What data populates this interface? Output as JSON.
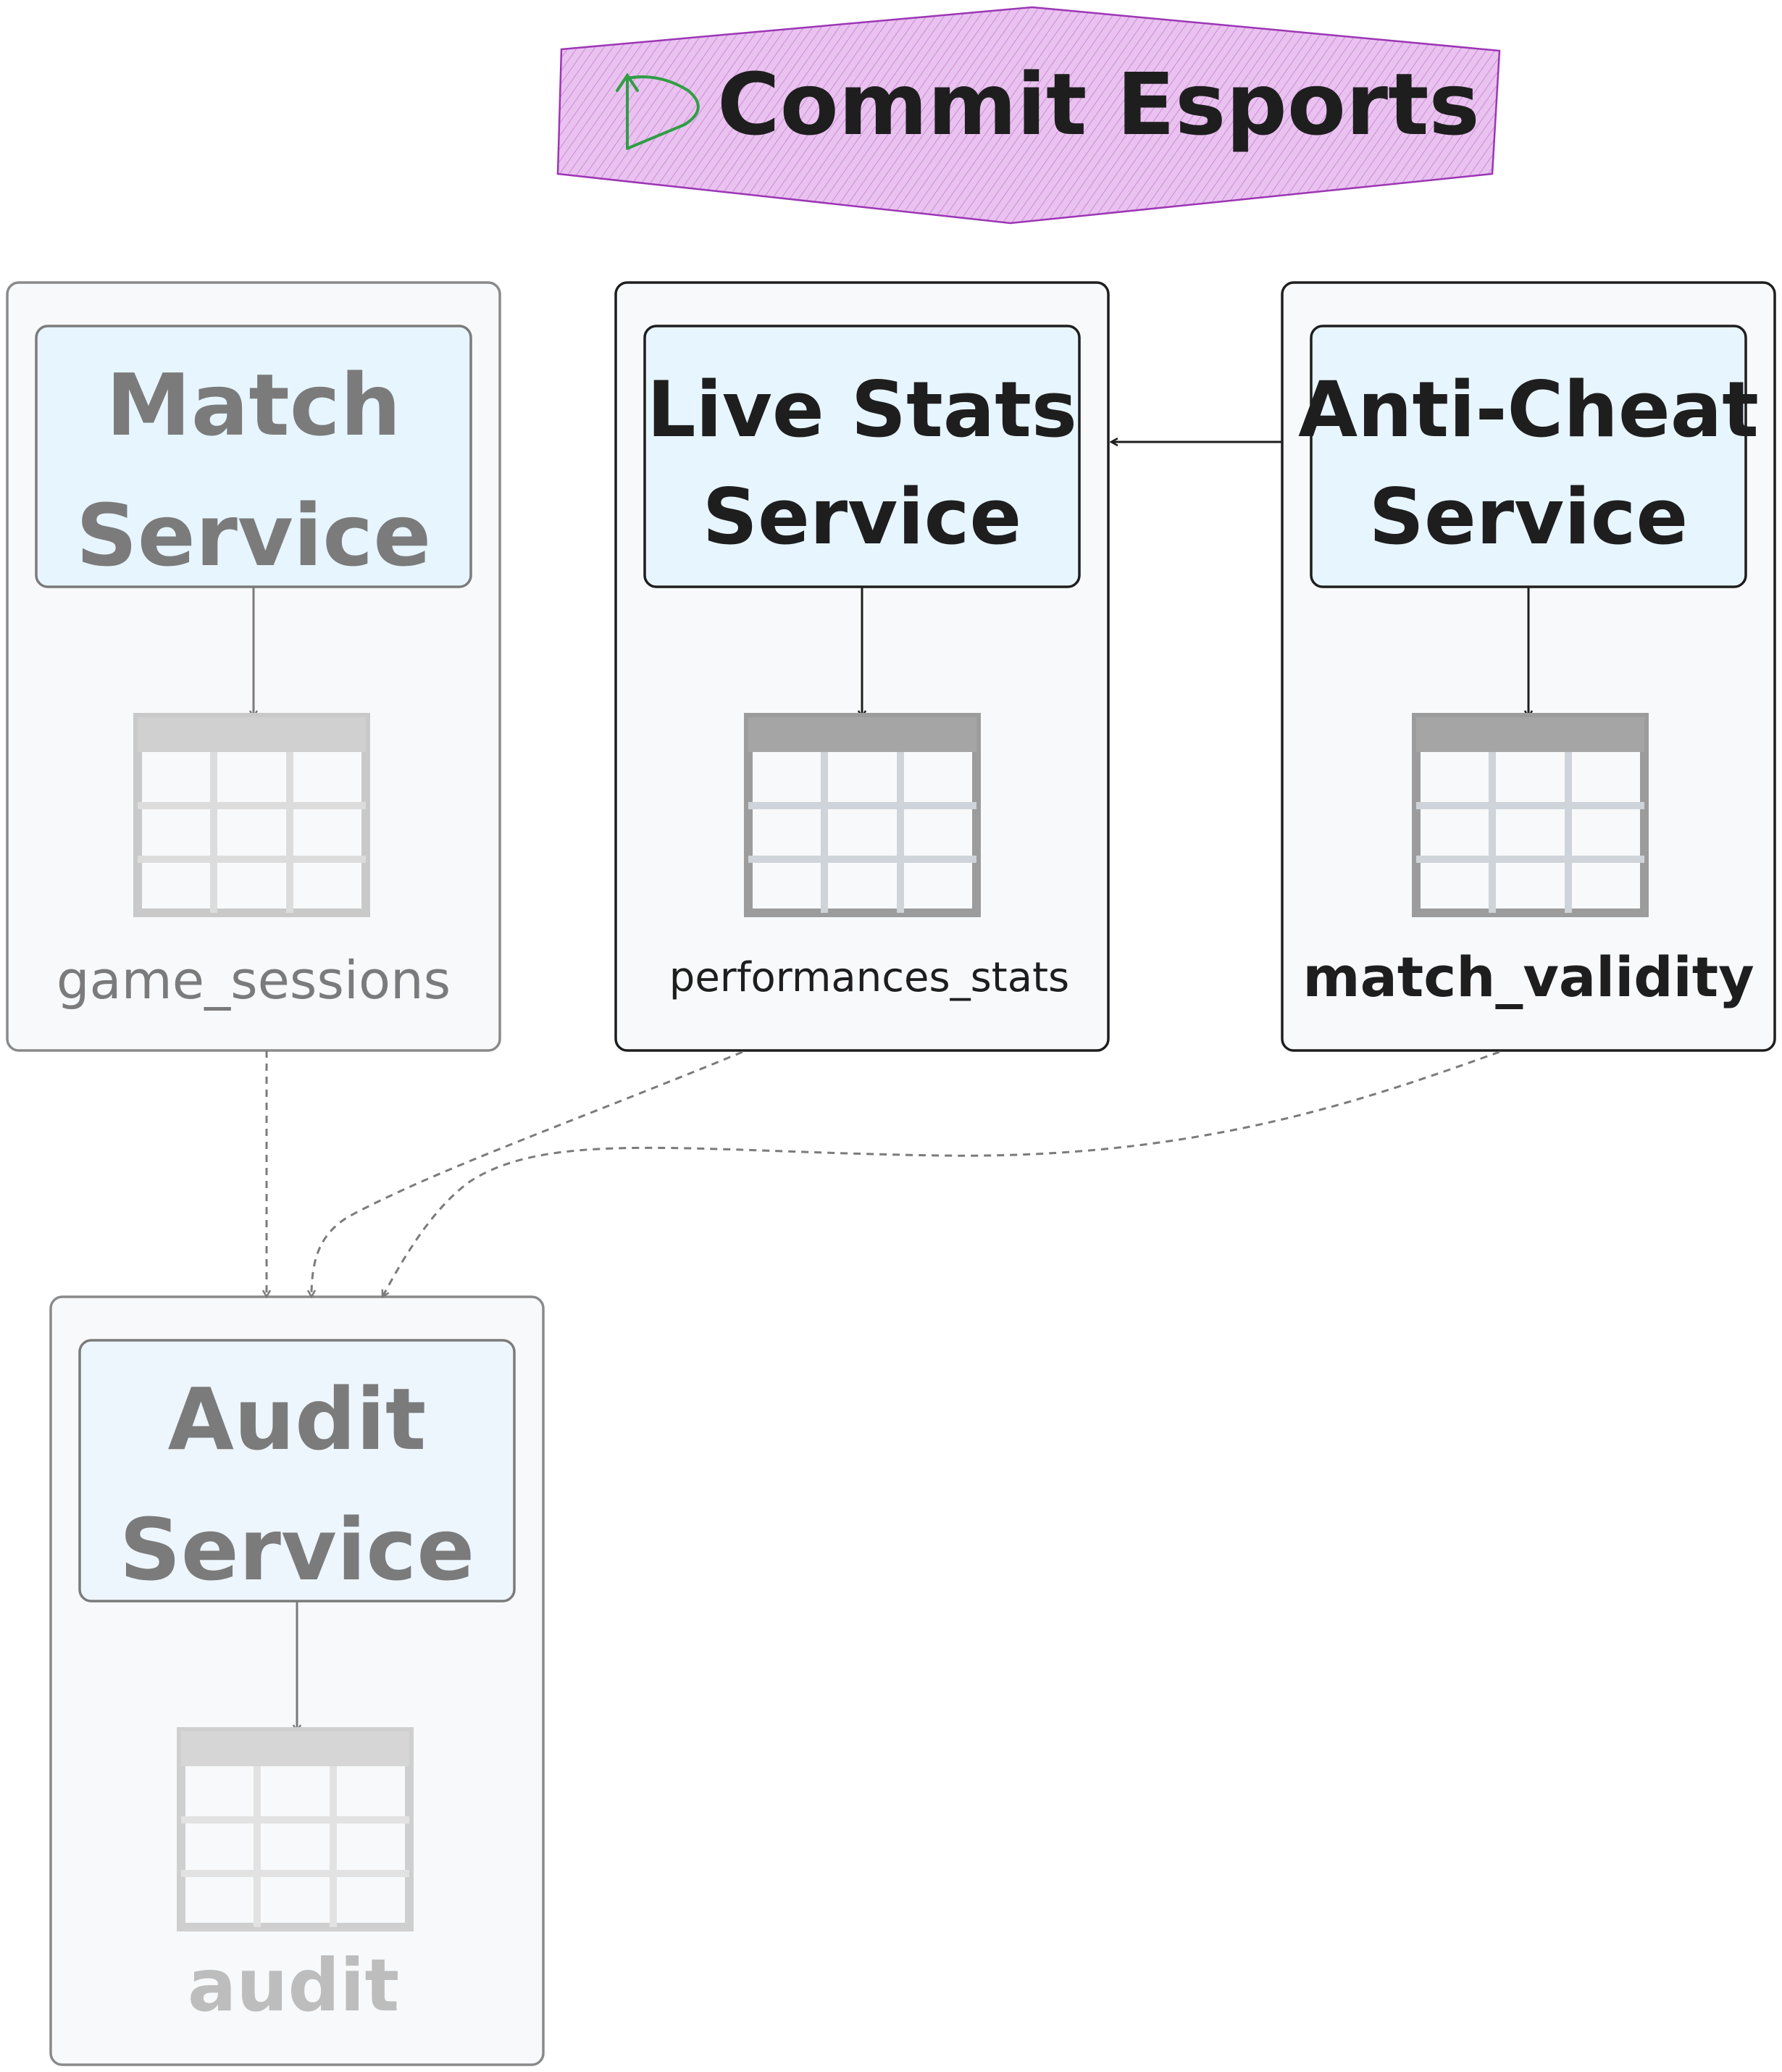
{
  "banner": {
    "title": "Commit Esports",
    "fill": "#e9c2ef",
    "stroke": "#9c36b5",
    "logo_color": "#2f9e44",
    "logo_icon": "commit-logo-icon"
  },
  "groups": [
    {
      "id": "match",
      "service": [
        "Match",
        "Service"
      ],
      "table": "game_sessions",
      "emphasis": "faded"
    },
    {
      "id": "stats",
      "service": [
        "Live Stats",
        "Service"
      ],
      "table": "performances_stats",
      "emphasis": "active"
    },
    {
      "id": "anticheat",
      "service": [
        "Anti-Cheat",
        "Service"
      ],
      "table": "match_validity",
      "emphasis": "active"
    },
    {
      "id": "audit",
      "service": [
        "Audit",
        "Service"
      ],
      "table": "audit",
      "emphasis": "faded"
    }
  ],
  "connections": [
    {
      "from": "anticheat-service",
      "to": "stats-service",
      "style": "solid"
    },
    {
      "from": "match-service",
      "to": "game_sessions",
      "style": "solid"
    },
    {
      "from": "stats-service",
      "to": "performances_stats",
      "style": "solid"
    },
    {
      "from": "anticheat-service",
      "to": "match_validity",
      "style": "solid"
    },
    {
      "from": "audit-service",
      "to": "audit",
      "style": "solid"
    },
    {
      "from": "match-group",
      "to": "audit-group",
      "style": "dashed"
    },
    {
      "from": "stats-group",
      "to": "audit-group",
      "style": "dashed"
    },
    {
      "from": "anticheat-group",
      "to": "audit-group",
      "style": "dashed"
    }
  ],
  "colors": {
    "service_fill": "#e7f5ff",
    "group_fill": "#f8f9fa",
    "table_header": "#a5a5a5",
    "table_grid": "#ced4da",
    "active_ink": "#1e1e1e",
    "faded_ink": "#7b7b7b"
  }
}
